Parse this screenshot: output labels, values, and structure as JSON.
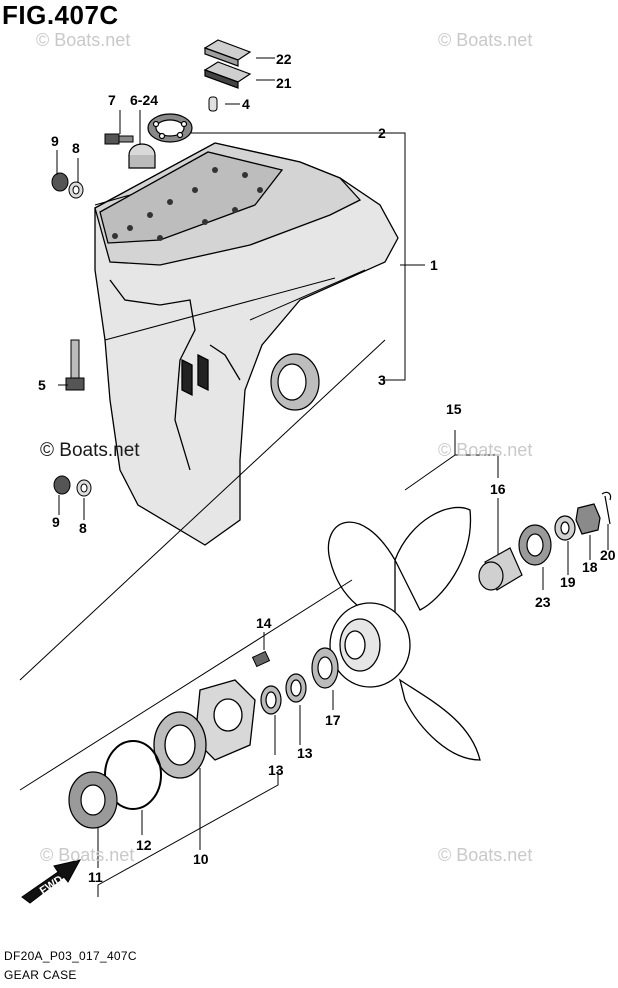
{
  "figure": {
    "title": "FIG.407C",
    "code": "DF20A_P03_017_407C",
    "name": "GEAR CASE",
    "direction_label": "FWD"
  },
  "watermarks": [
    "© Boats.net",
    "© Boats.net",
    "© Boats.net",
    "© Boats.net",
    "© Boats.net",
    "© Boats.net"
  ],
  "callouts": [
    "1",
    "2",
    "3",
    "4",
    "5",
    "6-24",
    "7",
    "8",
    "9",
    "8",
    "9",
    "10",
    "11",
    "12",
    "13",
    "13",
    "14",
    "15",
    "16",
    "17",
    "18",
    "19",
    "20",
    "21",
    "22",
    "23"
  ]
}
